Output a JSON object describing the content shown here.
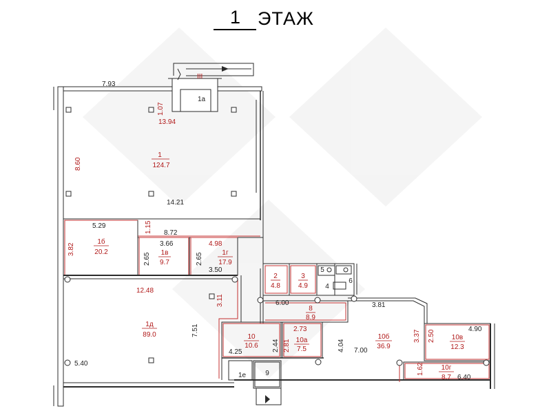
{
  "header": {
    "floor_number": "1",
    "floor_word": "ЭТАЖ"
  },
  "stair": {
    "label": "III"
  },
  "rooms": [
    {
      "id": "r1",
      "number": "1",
      "area": "124.7"
    },
    {
      "id": "r1a",
      "number": "1а",
      "area": ""
    },
    {
      "id": "r1b",
      "number": "1б",
      "area": "20.2"
    },
    {
      "id": "r1v",
      "number": "1в",
      "area": "9.7"
    },
    {
      "id": "r1g",
      "number": "1г",
      "area": "17.9"
    },
    {
      "id": "r1d",
      "number": "1д",
      "area": "89.0"
    },
    {
      "id": "r1e",
      "number": "1е",
      "area": ""
    },
    {
      "id": "r2",
      "number": "2",
      "area": "4.8"
    },
    {
      "id": "r3",
      "number": "3",
      "area": "4.9"
    },
    {
      "id": "r4",
      "number": "4",
      "area": ""
    },
    {
      "id": "r5",
      "number": "5",
      "area": ""
    },
    {
      "id": "r6",
      "number": "6",
      "area": ""
    },
    {
      "id": "r8",
      "number": "8",
      "area": "8.9"
    },
    {
      "id": "r9",
      "number": "9",
      "area": ""
    },
    {
      "id": "r10",
      "number": "10",
      "area": "10.6"
    },
    {
      "id": "r10a",
      "number": "10а",
      "area": "7.5"
    },
    {
      "id": "r10b",
      "number": "10б",
      "area": "36.9"
    },
    {
      "id": "r10v",
      "number": "10в",
      "area": "12.3"
    },
    {
      "id": "r10g",
      "number": "10г",
      "area": "8.7"
    }
  ],
  "dimensions": [
    {
      "id": "d793",
      "value": "7.93"
    },
    {
      "id": "d107",
      "value": "1.07"
    },
    {
      "id": "d1394",
      "value": "13.94"
    },
    {
      "id": "d860",
      "value": "8.60"
    },
    {
      "id": "d1421",
      "value": "14.21"
    },
    {
      "id": "d529",
      "value": "5.29"
    },
    {
      "id": "d115",
      "value": "1.15"
    },
    {
      "id": "d872",
      "value": "8.72"
    },
    {
      "id": "d382",
      "value": "3.82"
    },
    {
      "id": "d366",
      "value": "3.66"
    },
    {
      "id": "d498",
      "value": "4.98"
    },
    {
      "id": "d265a",
      "value": "2.65"
    },
    {
      "id": "d265b",
      "value": "2.65"
    },
    {
      "id": "d350",
      "value": "3.50"
    },
    {
      "id": "d1248",
      "value": "12.48"
    },
    {
      "id": "d311",
      "value": "3.11"
    },
    {
      "id": "d751",
      "value": "7.51"
    },
    {
      "id": "d540",
      "value": "5.40"
    },
    {
      "id": "d600",
      "value": "6.00"
    },
    {
      "id": "d381",
      "value": "3.81"
    },
    {
      "id": "d273",
      "value": "2.73"
    },
    {
      "id": "d281",
      "value": "2.81"
    },
    {
      "id": "d244",
      "value": "2.44"
    },
    {
      "id": "d425",
      "value": "4.25"
    },
    {
      "id": "d404",
      "value": "4.04"
    },
    {
      "id": "d700",
      "value": "7.00"
    },
    {
      "id": "d337",
      "value": "3.37"
    },
    {
      "id": "d250",
      "value": "2.50"
    },
    {
      "id": "d490",
      "value": "4.90"
    },
    {
      "id": "d162",
      "value": "1.62"
    },
    {
      "id": "d640",
      "value": "6.40"
    }
  ]
}
